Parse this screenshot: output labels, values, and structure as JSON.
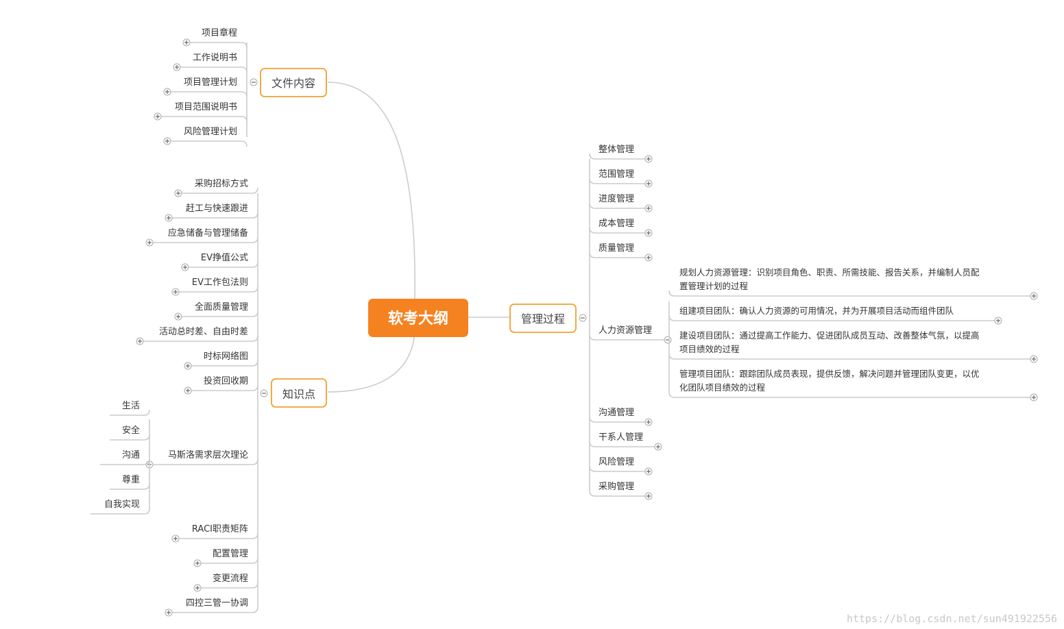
{
  "root": {
    "label": "软考大纲"
  },
  "colors": {
    "root_fill": "#f58220",
    "box_border": "#f0a030",
    "line": "#cccccc",
    "text": "#333333"
  },
  "branches": {
    "documents": {
      "label": "文件内容",
      "items": [
        "项目章程",
        "工作说明书",
        "项目管理计划",
        "项目范围说明书",
        "风险管理计划"
      ]
    },
    "knowledge": {
      "label": "知识点",
      "items": [
        "采购招标方式",
        "赶工与快速跟进",
        "应急储备与管理储备",
        "EV挣值公式",
        "EV工作包法则",
        "全面质量管理",
        "活动总时差、自由时差",
        "时标网络图",
        "投资回收期",
        "马斯洛需求层次理论",
        "RACI职责矩阵",
        "配置管理",
        "变更流程",
        "四控三管一协调"
      ],
      "maslow": [
        "生活",
        "安全",
        "沟通",
        "尊重",
        "自我实现"
      ]
    },
    "process": {
      "label": "管理过程",
      "items": [
        "整体管理",
        "范围管理",
        "进度管理",
        "成本管理",
        "质量管理",
        "人力资源管理",
        "沟通管理",
        "干系人管理",
        "风险管理",
        "采购管理"
      ],
      "hr": [
        "规划人力资源管理：识别项目角色、职责、所需技能、报告关系，并编制人员配置管理计划的过程",
        "组建项目团队：确认人力资源的可用情况，并为开展项目活动而组件团队",
        "建设项目团队：通过提高工作能力、促进团队成员互动、改善整体气氛，以提高项目绩效的过程",
        "管理项目团队：跟踪团队成员表现，提供反馈，解决问题并管理团队变更，以优化团队项目绩效的过程"
      ]
    }
  },
  "watermark": "https://blog.csdn.net/sun491922556"
}
